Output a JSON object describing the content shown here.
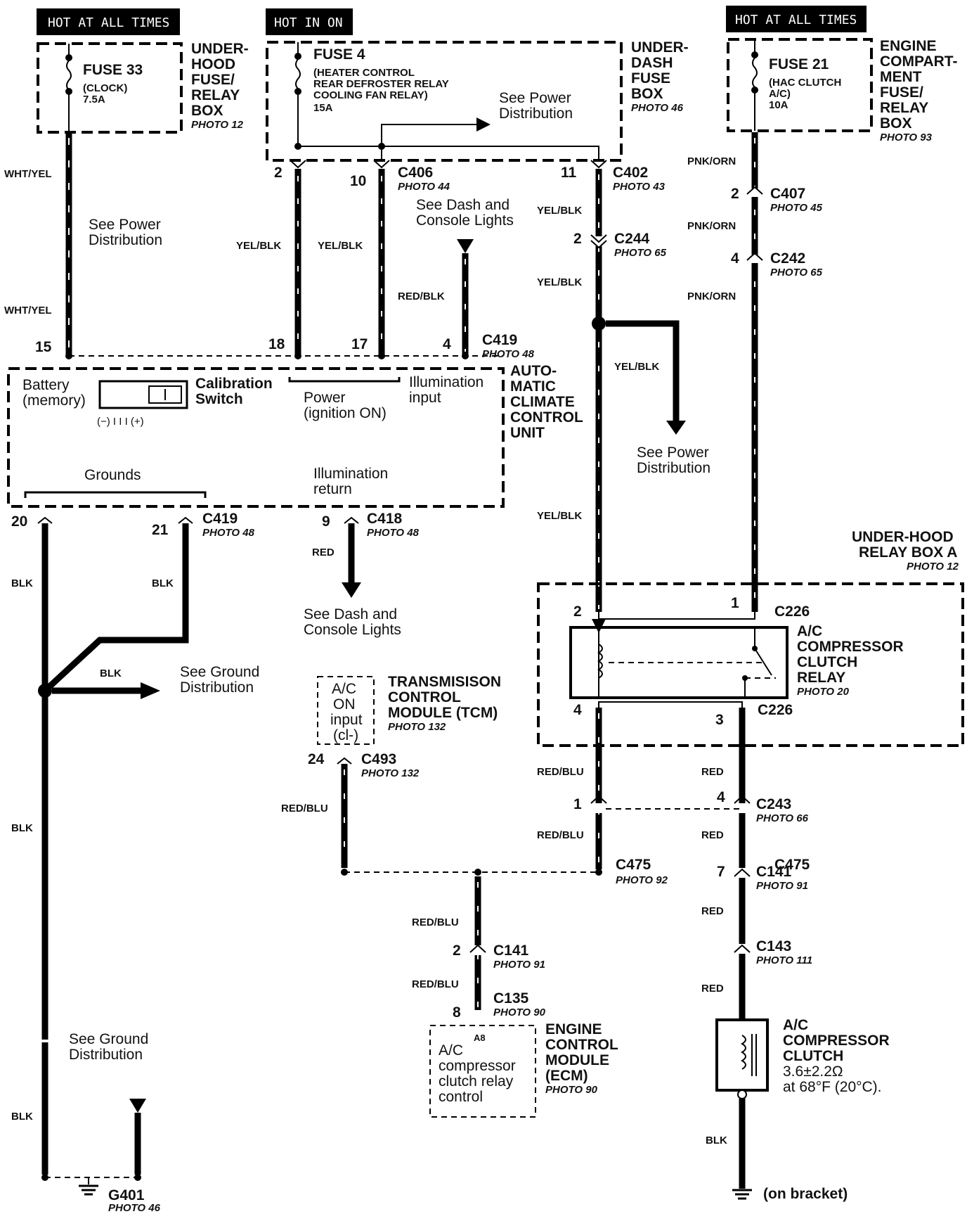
{
  "headers": {
    "hot_always_left": "HOT AT ALL TIMES",
    "hot_in_on": "HOT IN ON",
    "hot_always_right": "HOT AT ALL TIMES"
  },
  "fuses": {
    "fuse33": {
      "name": "FUSE 33",
      "desc": "(CLOCK)",
      "rating": "7.5A"
    },
    "fuse4": {
      "name": "FUSE 4",
      "desc1": "(HEATER CONTROL",
      "desc2": "REAR DEFROSTER RELAY",
      "desc3": "COOLING FAN RELAY)",
      "rating": "15A"
    },
    "fuse21": {
      "name": "FUSE 21",
      "desc1": "(HAC CLUTCH",
      "desc2": "A/C)",
      "rating": "10A"
    }
  },
  "boxes": {
    "underhood_fuse": [
      "UNDER-",
      "HOOD",
      "FUSE/",
      "RELAY",
      "BOX"
    ],
    "underhood_fuse_photo": "PHOTO 12",
    "underdash_fuse": [
      "UNDER-",
      "DASH",
      "FUSE",
      "BOX"
    ],
    "underdash_fuse_photo": "PHOTO 46",
    "engine_fuse": [
      "ENGINE",
      "COMPART-",
      "MENT",
      "FUSE/",
      "RELAY",
      "BOX"
    ],
    "engine_fuse_photo": "PHOTO 93",
    "climate": [
      "AUTO-",
      "MATIC",
      "CLIMATE",
      "CONTROL",
      "UNIT"
    ],
    "relay_box_a": [
      "UNDER-HOOD",
      "RELAY BOX A"
    ],
    "relay_box_a_photo": "PHOTO 12",
    "relay": [
      "A/C",
      "COMPRESSOR",
      "CLUTCH",
      "RELAY"
    ],
    "relay_photo": "PHOTO 20",
    "tcm": [
      "TRANSMISISON",
      "CONTROL",
      "MODULE (TCM)"
    ],
    "tcm_photo": "PHOTO 132",
    "tcm_inner": [
      "A/C",
      "ON",
      "input",
      "(cl-)"
    ],
    "ecm": [
      "ENGINE",
      "CONTROL",
      "MODULE",
      "(ECM)"
    ],
    "ecm_photo": "PHOTO 90",
    "ecm_inner": [
      "A/C",
      "compressor",
      "clutch relay",
      "control"
    ],
    "ecm_pin": "A8",
    "clutch": [
      "A/C",
      "COMPRESSOR",
      "CLUTCH",
      "3.6±2.2Ω",
      "at 68°F (20°C)."
    ]
  },
  "climate_labels": {
    "battery": [
      "Battery",
      "(memory)"
    ],
    "calibration": [
      "Calibration",
      "Switch"
    ],
    "scale": "(−)  I    I    I  (+)",
    "power": [
      "Power",
      "(ignition ON)"
    ],
    "illum_input": [
      "Illumination",
      "input"
    ],
    "grounds": "Grounds",
    "illum_return": [
      "Illumination",
      "return"
    ]
  },
  "notes": {
    "see_power_1": [
      "See Power",
      "Distribution"
    ],
    "see_power_2": [
      "See Power",
      "Distribution"
    ],
    "see_power_3": [
      "See Power",
      "Distribution"
    ],
    "see_dash_1": [
      "See Dash and",
      "Console Lights"
    ],
    "see_dash_2": [
      "See Dash and",
      "Console Lights"
    ],
    "see_ground_1": [
      "See Ground",
      "Distribution"
    ],
    "see_ground_2": [
      "See Ground",
      "Distribution"
    ],
    "on_bracket": "(on bracket)"
  },
  "wires": {
    "wht_yel": "WHT/YEL",
    "yel_blk": "YEL/BLK",
    "red_blk": "RED/BLK",
    "pnk_orn": "PNK/ORN",
    "blk": "BLK",
    "red": "RED",
    "red_blu": "RED/BLU"
  },
  "connectors": {
    "c406": "C406",
    "c406_photo": "PHOTO 44",
    "c402": "C402",
    "c402_photo": "PHOTO 43",
    "c407": "C407",
    "c407_photo": "PHOTO 45",
    "c244": "C244",
    "c244_photo": "PHOTO 65",
    "c242": "C242",
    "c242_photo": "PHOTO 65",
    "c419": "C419",
    "c419_photo": "PHOTO 48",
    "c419b": "C419",
    "c419b_photo": "PHOTO 48",
    "c418": "C418",
    "c418_photo": "PHOTO 48",
    "c226": "C226",
    "c226b": "C226",
    "c493": "C493",
    "c493_photo": "PHOTO 132",
    "c243": "C243",
    "c243_photo": "PHOTO 66",
    "c475": "C475",
    "c475_photo": "PHOTO 92",
    "c141": "C141",
    "c141_photo": "PHOTO 91",
    "c141b": "C141",
    "c141b_photo": "PHOTO 91",
    "c143": "C143",
    "c143_photo": "PHOTO 111",
    "c135": "C135",
    "c135_photo": "PHOTO 90",
    "g401": "G401",
    "g401_photo": "PHOTO 46"
  },
  "pins": {
    "p2": "2",
    "p10": "10",
    "p11": "11",
    "p15": "15",
    "p18": "18",
    "p17": "17",
    "p4": "4",
    "p2b": "2",
    "p2c": "2",
    "p4b": "4",
    "p20": "20",
    "p21": "21",
    "p9": "9",
    "p2r": "2",
    "p1r": "1",
    "p4r": "4",
    "p3r": "3",
    "p24": "24",
    "p1": "1",
    "p4c": "4",
    "p7": "7",
    "p2d": "2",
    "p8": "8"
  }
}
